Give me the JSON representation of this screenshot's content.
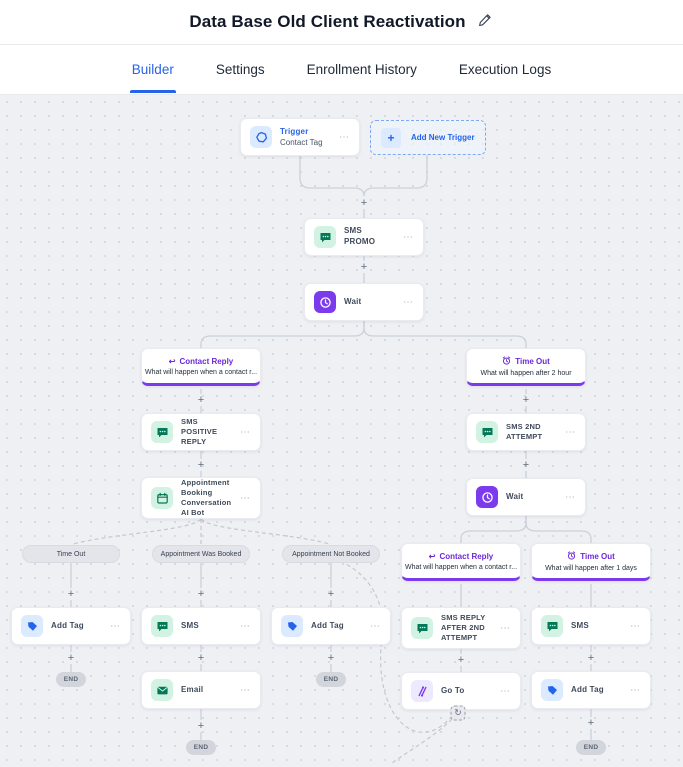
{
  "header": {
    "title": "Data Base Old Client Reactivation"
  },
  "tabs": [
    {
      "label": "Builder",
      "active": true
    },
    {
      "label": "Settings",
      "active": false
    },
    {
      "label": "Enrollment History",
      "active": false
    },
    {
      "label": "Execution Logs",
      "active": false
    }
  ],
  "colors": {
    "accent_blue": "#2563eb",
    "purple": "#6d28d9",
    "green": "#047857",
    "canvas_bg": "#eef0f4"
  },
  "flow": {
    "plus_icon": "+",
    "menu_icon": "⋯",
    "end_label": "END",
    "loop_icon": "↻",
    "trigger": {
      "title": "Trigger",
      "subtitle": "Contact Tag"
    },
    "add_new_trigger_label": "Add New Trigger",
    "sms_promo": "SMS PROMO",
    "wait_1": "Wait",
    "branch_contact_reply_1": {
      "title": "Contact Reply",
      "subtitle": "What will happen when a contact r..."
    },
    "branch_time_out_1": {
      "title": "Time Out",
      "subtitle": "What will happen after 2 hour"
    },
    "sms_positive_reply": "SMS POSITIVE REPLY",
    "sms_2nd_attempt": "SMS 2ND ATTEMPT",
    "appointment_bot": {
      "line1": "Appointment Booking",
      "line2": "Conversation AI Bot"
    },
    "wait_2": "Wait",
    "pill_time_out": "Time Out",
    "pill_appt_booked": "Appointment Was Booked",
    "pill_appt_not_booked": "Appointment Not Booked",
    "branch_contact_reply_2": {
      "title": "Contact Reply",
      "subtitle": "What will happen when a contact r..."
    },
    "branch_time_out_2": {
      "title": "Time Out",
      "subtitle": "What will happen after 1 days"
    },
    "add_tag_1": "Add Tag",
    "sms_1": "SMS",
    "add_tag_2": "Add Tag",
    "sms_reply_2nd": {
      "line1": "SMS REPLY AFTER 2ND",
      "line2": "ATTEMPT"
    },
    "sms_2": "SMS",
    "email": "Email",
    "go_to": "Go To",
    "add_tag_3": "Add Tag"
  }
}
